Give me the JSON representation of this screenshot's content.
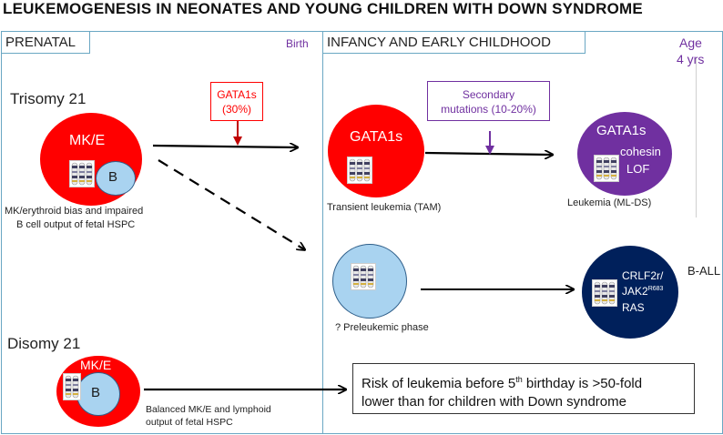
{
  "title": "LEUKEMOGENESIS IN NEONATES AND YOUNG CHILDREN WITH DOWN SYNDROME",
  "panels": {
    "prenatal": {
      "label": "PRENATAL",
      "marker": "Birth"
    },
    "infancy": {
      "label": "INFANCY AND EARLY CHILDHOOD",
      "marker_line1": "Age",
      "marker_line2": "4 yrs"
    }
  },
  "trisomy": {
    "label": "Trisomy 21",
    "cell_label": "MK/E",
    "b_label": "B",
    "caption_line1": "MK/erythroid bias and impaired",
    "caption_line2": "B cell output of fetal HSPC"
  },
  "gata1s_box": {
    "line1": "GATA1s",
    "line2": "(30%)"
  },
  "tam": {
    "cell_label": "GATA1s",
    "caption": "Transient leukemia (TAM)"
  },
  "secondary_box": {
    "line1": "Secondary",
    "line2": "mutations (10-20%)"
  },
  "mlds": {
    "line1": "GATA1s",
    "line2": "cohesin",
    "line3": "LOF",
    "caption": "Leukemia (ML-DS)"
  },
  "preleukemic": {
    "caption": "? Preleukemic phase"
  },
  "ball": {
    "line1": "CRLF2r/",
    "line2_base": "JAK2",
    "line2_sup": "R683",
    "line3": "RAS",
    "label": "B-ALL"
  },
  "disomy": {
    "label": "Disomy 21",
    "cell_label": "MK/E",
    "b_label": "B",
    "caption_line1": "Balanced MK/E and lymphoid",
    "caption_line2": "output of fetal HSPC"
  },
  "risk_box": {
    "line1_pre": "Risk of leukemia before 5",
    "line1_sup": "th",
    "line1_post": " birthday is >50-fold",
    "line2": "lower than for children with Down syndrome"
  },
  "colors": {
    "red": "#ff0000",
    "purple": "#7030a0",
    "light_blue": "#a9d3f0",
    "navy": "#00205b",
    "panel_border": "#6aa7c3"
  }
}
